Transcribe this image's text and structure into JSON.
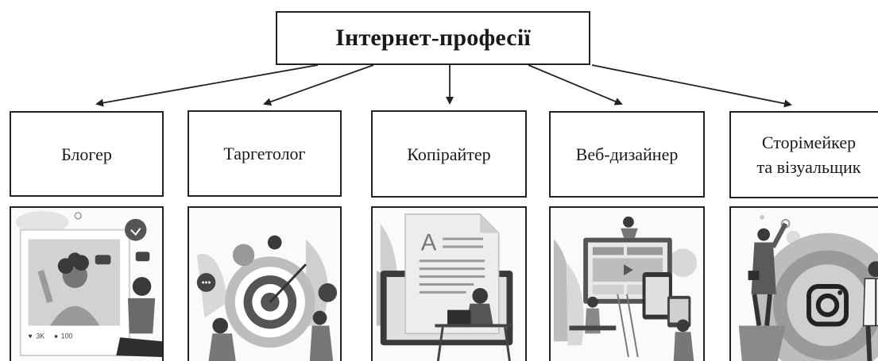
{
  "title": "Інтернет-професії",
  "professions": [
    {
      "label": "Блогер",
      "icon": "blogger-illustration-icon"
    },
    {
      "label": "Таргетолог",
      "icon": "target-illustration-icon"
    },
    {
      "label": "Копірайтер",
      "icon": "copywriter-illustration-icon"
    },
    {
      "label": "Веб-дизайнер",
      "icon": "web-design-illustration-icon"
    },
    {
      "label_line1": "Сторімейкер",
      "label_line2": "та візуальщик",
      "icon": "instagram-illustration-icon"
    }
  ],
  "blogger_stats": {
    "likes": "3K",
    "comments": "100"
  },
  "copywriter_letter": "A",
  "colors": {
    "stroke": "#222222",
    "illustration_dark": "#3a3a3a",
    "illustration_mid": "#8a8a8a",
    "illustration_light": "#cfcfcf"
  }
}
